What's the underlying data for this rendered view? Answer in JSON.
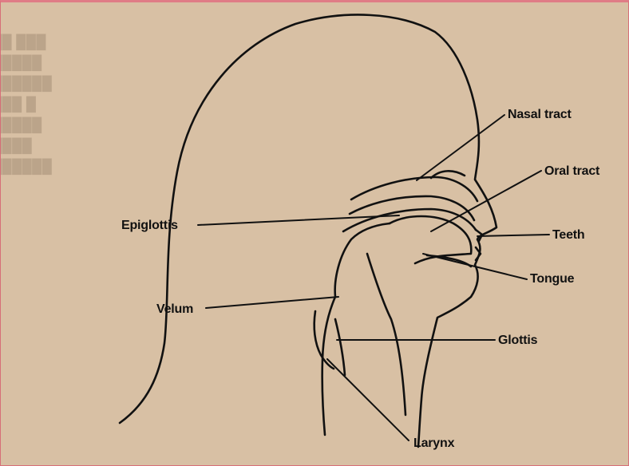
{
  "labels": {
    "nasal_tract": "Nasal tract",
    "oral_tract": "Oral tract",
    "teeth": "Teeth",
    "tongue": "Tongue",
    "epiglottis": "Epiglottis",
    "velum": "Velum",
    "glottis": "Glottis",
    "larynx": "Larynx"
  },
  "colors": {
    "page": "#d8c0a4",
    "ink": "#111111",
    "border": "#e07c86"
  }
}
